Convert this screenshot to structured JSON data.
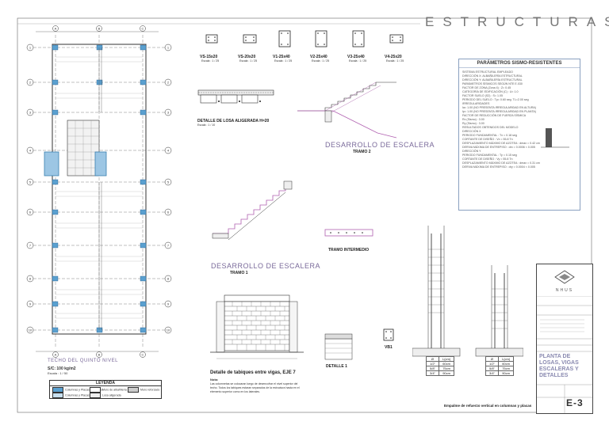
{
  "header": {
    "banner": "ESTRUCTURAS"
  },
  "plan": {
    "title": "TECHO DEL QUINTO NIVEL",
    "load": "S/C: 100 kg/m2",
    "scale": "Escala : 1 / 50",
    "axes_rows": [
      "1",
      "2",
      "3",
      "4",
      "5",
      "6",
      "7",
      "8",
      "9",
      "10"
    ],
    "axes_cols": [
      "A",
      "B",
      "C"
    ]
  },
  "legend": {
    "title": "LEYENDA",
    "items": [
      {
        "label": "Columnas y Placas existentes",
        "color": "#5aa0d0"
      },
      {
        "label": "Columnas y Placas nuevas",
        "color": "#c8e0f0"
      },
      {
        "label": "Muro de albañilería",
        "color": "#ffffff"
      },
      {
        "label": "Losa aligerada",
        "color": "#eeeeee"
      },
      {
        "label": "Muro reforzado",
        "color": "#cccccc"
      }
    ]
  },
  "beams": [
    {
      "name": "VS-15x20",
      "scale": "Escala : 1 / 25"
    },
    {
      "name": "VS-20x20",
      "scale": "Escala : 1 / 25"
    },
    {
      "name": "V1-25x40",
      "scale": "Escala : 1 / 25"
    },
    {
      "name": "V2-25x40",
      "scale": "Escala : 1 / 25"
    },
    {
      "name": "V3-25x40",
      "scale": "Escala : 1 / 25"
    },
    {
      "name": "V4-25x20",
      "scale": "Escala : 1 / 25"
    }
  ],
  "details": {
    "slab": "DETALLE DE LOSA ALIGERADA H=20",
    "slab_scale": "Escala : 1 / 10",
    "stair_1": "DESARROLLO DE ESCALERA",
    "stair_1_sub": "TRAMO 2",
    "stair_2": "DESARROLLO DE ESCALERA",
    "stair_2_sub": "TRAMO 1",
    "landing": "TRAMO INTERMEDIO",
    "partition": "Detalle de tabiques entre vigas, EJE 7",
    "detail1": "DETALLE 1",
    "vb1": "VB1",
    "anchor": "Empalme de refuerzo vertical en columnas y placas",
    "note_title": "Nota:",
    "note_body": "Las columnetas se colocaran luego de desencofrar el nivel superior del techo. Todos los tabiques estaran separados de la estructura hasta en el elemento superior como en los laterales."
  },
  "params": {
    "title": "PARÁMETROS SISMO-RESISTENTES",
    "lines": [
      "SISTEMA ESTRUCTURAL EMPLEADO",
      "DIRECCIÓN X: ALBAÑILERÍA ESTRUCTURAL",
      "DIRECCIÓN Y: ALBAÑILERÍA ESTRUCTURAL",
      "PARÁMETROS SÍSMICOS SEGÚN NTE E.030",
      "FACTOR DE ZONA (Zona 4) : Z= 0.45",
      "CATEGORÍA DE EDIFICACIÓN (C) : U= 1.0",
      "FACTOR SUELO (S2) : S= 1.05",
      "PERIODO DEL SUELO : Tp= 0.60 seg.  TL=2.00 seg",
      "IRREGULARIDADES",
      "Ia= 1.00 (NO PRESENTA IRREGULARIDAD EN ALTURA)",
      "Ip= 1.00 (NO PRESENTA IRREGULARIDAD EN PLANTA)",
      "FACTOR DE REDUCCIÓN DE FUERZA SÍSMICA",
      "Rx (Sismo) : 3.00",
      "Ry (Sismo) : 3.00",
      "RESULTADOS OBTENIDOS DEL MODELO",
      "DIRECCIÓN X",
      "PERIODO FUNDAMENTAL : Tx = 0.18 seg",
      "CORTANTE DE DISEÑO : Vx = 55.8 Tn",
      "DESPLAZAMIENTO MÁXIMO DE AZOTEA : dmax = 0.42 cm",
      "DERIVA MÁXIMA DE ENTREPISO : drx = 0.0006 < 0.005",
      "DIRECCIÓN Y",
      "PERIODO FUNDAMENTAL : Ty = 0.15 seg",
      "CORTANTE DE DISEÑO : Vy = 55.8 Tn",
      "DESPLAZAMIENTO MÁXIMO DE AZOTEA : dmax = 0.31 cm",
      "DERIVA MÁXIMA DE ENTREPISO : dry = 0.0004 < 0.005"
    ]
  },
  "rebar_table": {
    "headers": [
      "Ø",
      "L(cm)"
    ],
    "rows": [
      [
        "1/2\"",
        "60cm"
      ],
      [
        "5/8\"",
        "75cm"
      ],
      [
        "3/4\"",
        "90cm"
      ]
    ]
  },
  "titleblock": {
    "logo": "NHUS",
    "project": "PLANTA DE LOSAS, VIGAS ESCALERAS Y DETALLES",
    "sheet_code": "E-3"
  }
}
